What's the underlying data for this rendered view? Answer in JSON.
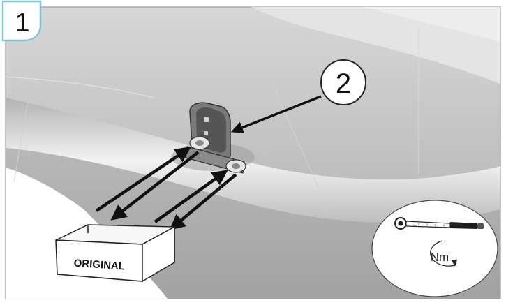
{
  "step": {
    "number": "1"
  },
  "callout": {
    "number": "2"
  },
  "box": {
    "label": "ORIGINAL"
  },
  "torque": {
    "unit_label": "Nm",
    "wrench_scale_label": "Nm"
  },
  "colors": {
    "step_badge_stroke": "#7fc6d6",
    "arrow": "#111111",
    "part_shading": "#bdbdbd"
  }
}
